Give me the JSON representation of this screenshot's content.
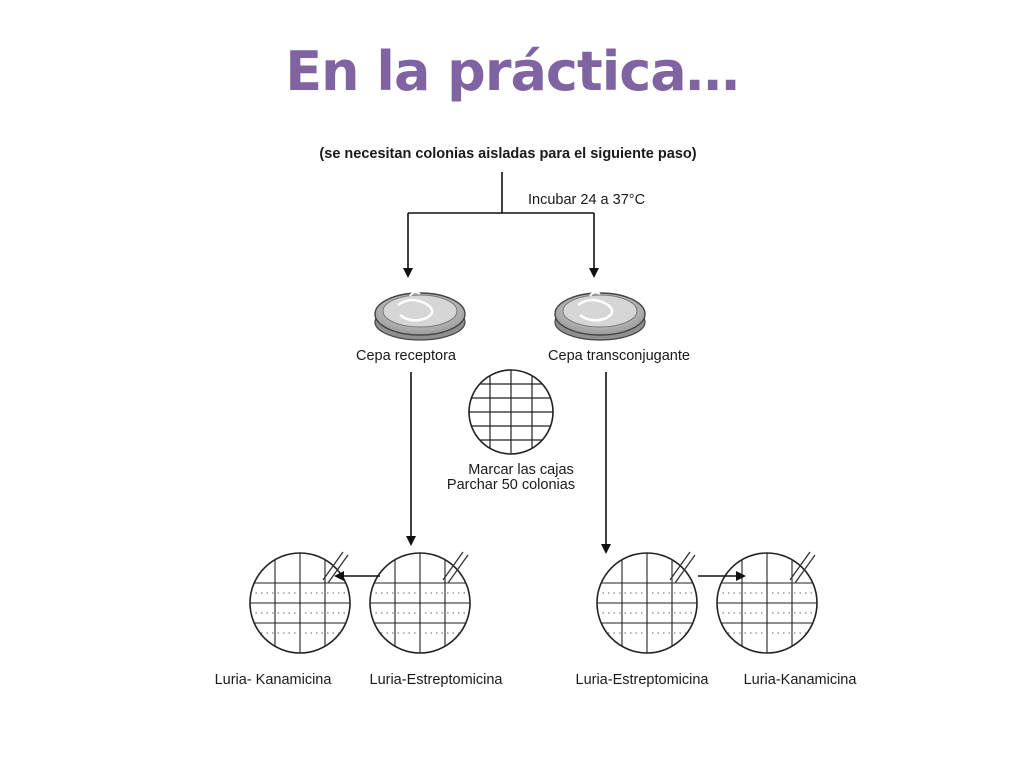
{
  "title": "En la práctica…",
  "diagram": {
    "top_note": "(se necesitan colonias aisladas para el siguiente paso)",
    "incubate_label": "Incubar 24 a 37°C",
    "plate_left_label": "Cepa receptora",
    "plate_right_label": "Cepa transconjugante",
    "grid_label_line1": "Marcar las cajas",
    "grid_label_line2": "Parchar 50 colonias",
    "bottom_plates": [
      "Luria- Kanamicina",
      "Luria-Estreptomicina",
      "Luria-Estreptomicina",
      "Luria-Kanamicina"
    ]
  }
}
